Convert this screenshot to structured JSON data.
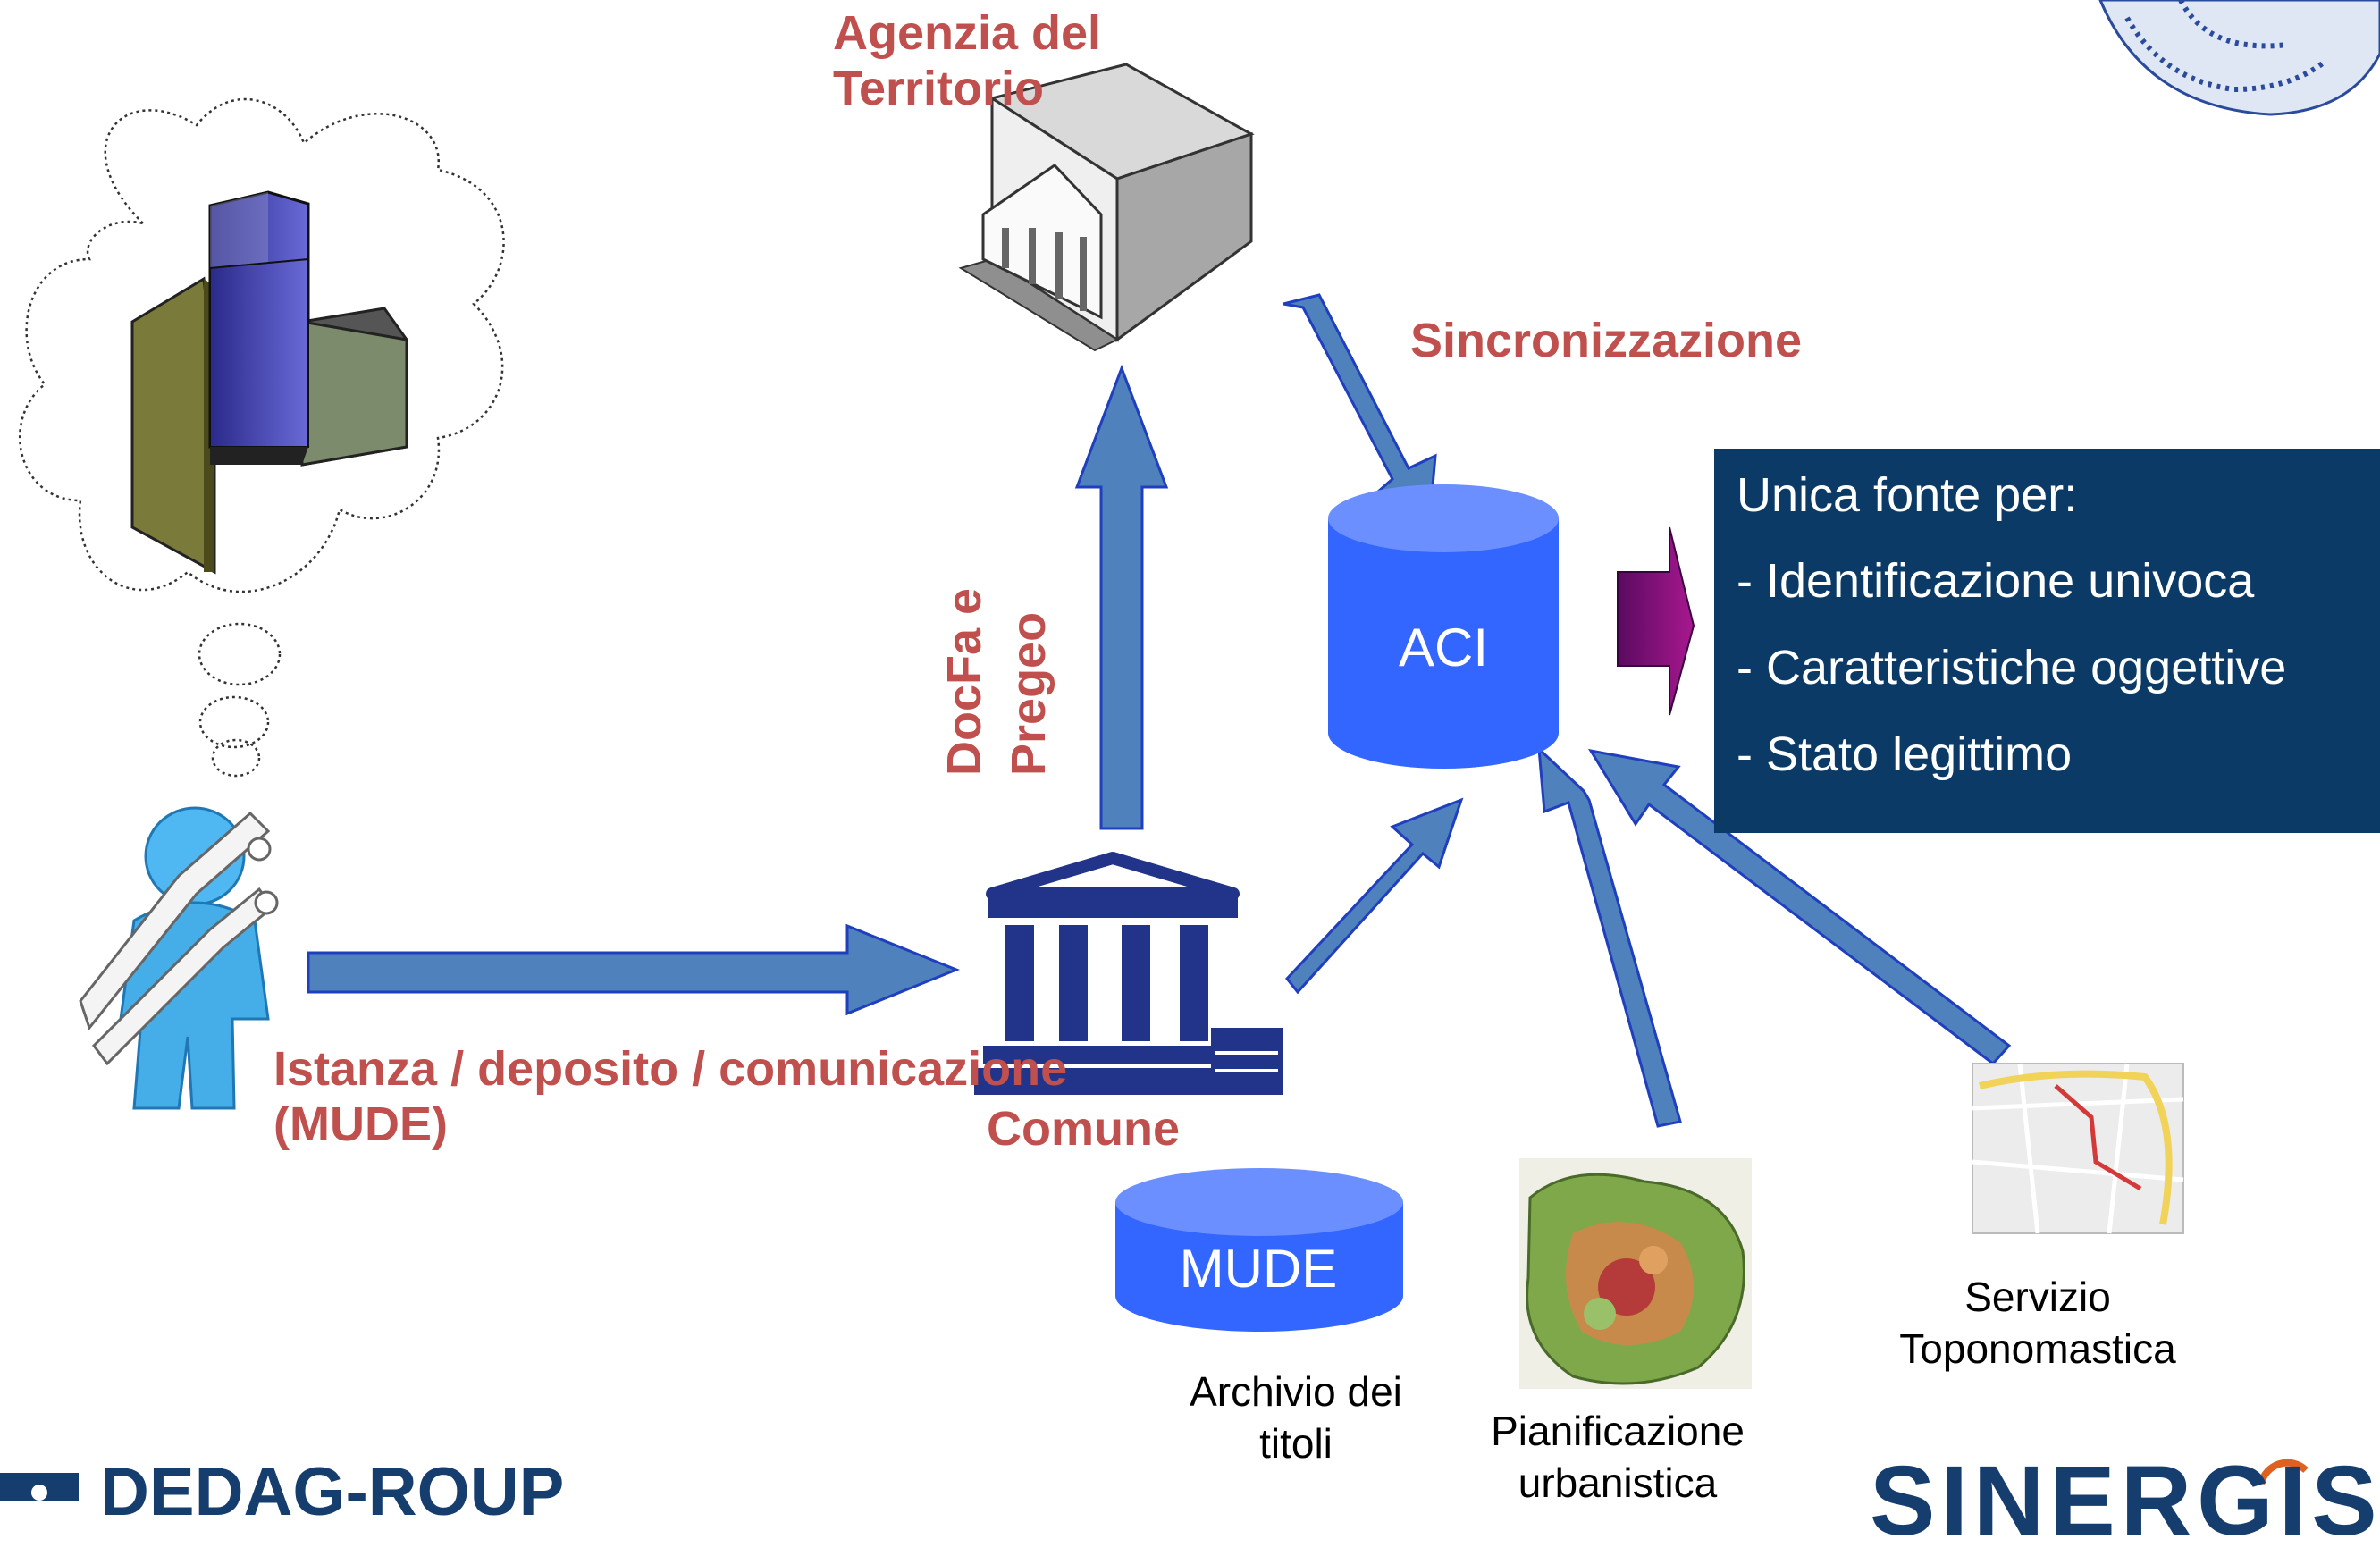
{
  "labels": {
    "agency": [
      "Agenzia del",
      "Territorio"
    ],
    "sync": "Sincronizzazione",
    "docfa": [
      "DocFa e",
      "Pregeo"
    ],
    "istanza": [
      "Istanza / deposito / comunicazione",
      "(MUDE)"
    ],
    "comune": "Comune",
    "aci": "ACI",
    "mude": "MUDE",
    "archivio": [
      "Archivio dei",
      "titoli"
    ],
    "pianificazione": [
      "Pianificazione",
      "urbanistica"
    ],
    "toponomastica": [
      "Servizio",
      "Toponomastica"
    ]
  },
  "info_box": {
    "title": "Unica fonte per:",
    "items": [
      "- Identificazione univoca",
      "- Caratteristiche oggettive",
      "- Stato legittimo"
    ]
  },
  "logos": {
    "left": "DEDAG-ROUP",
    "right": "SINERGIS"
  },
  "colors": {
    "arrow_fill": "#4f81bd",
    "arrow_stroke": "#1f3fbf",
    "db_fill": "#3366ff",
    "label_red": "#c0504d",
    "info_box_bg": "#0b3a66",
    "purple_arrow": "#8a0a7a"
  }
}
